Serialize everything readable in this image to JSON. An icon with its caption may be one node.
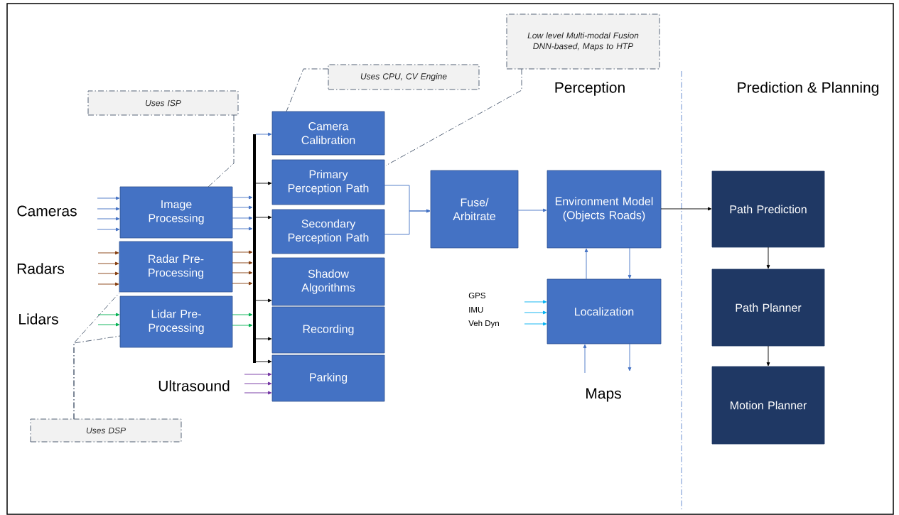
{
  "diagram": {
    "nodes": [
      {
        "text": [
          "Uses ISP"
        ]
      },
      {
        "text": [
          "Uses CPU, CV Engine"
        ]
      },
      {
        "text": [
          "Low level Multi-modal Fusion DNN-based, Maps to HTP"
        ]
      },
      {
        "text": [
          "Image Processing"
        ]
      },
      {
        "text": [
          "Radar Pre-Processing"
        ]
      },
      {
        "text": [
          "Lidar Pre-Processing"
        ]
      },
      {
        "text": [],
        "shape": "bar"
      },
      {
        "text": [
          "Camera Calibration"
        ]
      },
      {
        "text": [
          "Primary Perception Path"
        ]
      },
      {
        "text": [
          "Secondary Perception Path"
        ]
      },
      {
        "text": [
          "Shadow Algorithms"
        ]
      },
      {
        "text": [
          "Recording"
        ]
      },
      {
        "text": [
          "Parking"
        ]
      },
      {
        "text": [
          "Fuse/ Arbitrate"
        ]
      },
      {
        "text": [
          "Environment Model (Objects Roads)"
        ]
      },
      {
        "text": [
          "Localization"
        ]
      },
      {
        "text": [
          "Path Prediction"
        ]
      },
      {
        "text": [
          "Path Planner"
        ]
      },
      {
        "text": [
          "Motion Planner"
        ]
      },
      {
        "text": [
          "Uses DSP"
        ]
      }
    ],
    "edges": [
      {
        "from": null,
        "to": 3,
        "arrow": "to"
      },
      {
        "from": null,
        "to": 3,
        "arrow": "to"
      },
      {
        "from": null,
        "to": 3,
        "arrow": "to"
      },
      {
        "from": null,
        "to": 3,
        "arrow": "to"
      },
      {
        "from": 3,
        "to": 6,
        "arrow": "to"
      },
      {
        "from": 3,
        "to": 6,
        "arrow": "to"
      },
      {
        "from": 3,
        "to": 6,
        "arrow": "to"
      },
      {
        "from": 3,
        "to": 6,
        "arrow": "to"
      },
      {
        "from": null,
        "to": 4,
        "arrow": "to",
        "color": "#843c0c"
      },
      {
        "from": null,
        "to": 4,
        "arrow": "to",
        "color": "#843c0c"
      },
      {
        "from": null,
        "to": 4,
        "arrow": "to",
        "color": "#843c0c"
      },
      {
        "from": null,
        "to": 4,
        "arrow": "to",
        "color": "#843c0c"
      },
      {
        "from": 4,
        "to": 6,
        "arrow": "to",
        "color": "#843c0c"
      },
      {
        "from": 4,
        "to": 6,
        "arrow": "to",
        "color": "#843c0c"
      },
      {
        "from": 4,
        "to": 6,
        "arrow": "to",
        "color": "#843c0c"
      },
      {
        "from": 4,
        "to": 6,
        "arrow": "to",
        "color": "#843c0c"
      },
      {
        "from": null,
        "to": 5,
        "arrow": "to",
        "color": "#00b050"
      },
      {
        "from": null,
        "to": 5,
        "arrow": "to",
        "color": "#00b050"
      },
      {
        "from": 5,
        "to": 6,
        "arrow": "to",
        "color": "#00b050"
      },
      {
        "from": 5,
        "to": 6,
        "arrow": "to",
        "color": "#00b050"
      },
      {
        "from": null,
        "to": 12,
        "arrow": "to",
        "color": "#7030a0"
      },
      {
        "from": null,
        "to": 12,
        "arrow": "to",
        "color": "#7030a0"
      },
      {
        "from": null,
        "to": 12,
        "arrow": "to",
        "color": "#7030a0"
      },
      {
        "from": 6,
        "to": 7,
        "arrow": "to"
      },
      {
        "from": 6,
        "to": 8,
        "arrow": "to",
        "color": "#000000"
      },
      {
        "from": 6,
        "to": 9,
        "arrow": "to",
        "color": "#000000"
      },
      {
        "from": 6,
        "to": 10,
        "arrow": "to",
        "color": "#000000"
      },
      {
        "from": 6,
        "to": 11,
        "arrow": "to",
        "color": "#000000"
      },
      {
        "from": 6,
        "to": 12,
        "arrow": "to",
        "color": "#000000"
      },
      {
        "from": 8,
        "to": 13,
        "arrow": "to"
      },
      {
        "from": 9,
        "to": 13,
        "arrow": "to"
      },
      {
        "from": 13,
        "to": 14,
        "arrow": "to"
      },
      {
        "from": 14,
        "to": 16,
        "arrow": "to",
        "color": "#000000"
      },
      {
        "from": 15,
        "to": 14,
        "arrow": "to"
      },
      {
        "from": 14,
        "to": 15,
        "arrow": "to"
      },
      {
        "from": null,
        "to": 15,
        "arrow": "to",
        "color": "#00b0f0"
      },
      {
        "from": null,
        "to": 15,
        "arrow": "to",
        "color": "#00b0f0"
      },
      {
        "from": null,
        "to": 15,
        "arrow": "to",
        "color": "#00b0f0"
      },
      {
        "from": null,
        "to": 15,
        "arrow": "to"
      },
      {
        "from": 15,
        "to": null,
        "arrow": "to"
      },
      {
        "from": 16,
        "to": 17,
        "arrow": "to",
        "color": "#000000"
      },
      {
        "from": 17,
        "to": 18,
        "arrow": "to",
        "color": "#000000"
      },
      {
        "from": 0,
        "to": 3,
        "arrow": "none",
        "style": "dashed",
        "color": "#44546a"
      },
      {
        "from": 1,
        "to": 7,
        "arrow": "none",
        "style": "dashed",
        "color": "#44546a"
      },
      {
        "from": 2,
        "to": 8,
        "arrow": "none",
        "style": "dashed",
        "color": "#44546a"
      },
      {
        "from": 19,
        "to": 4,
        "arrow": "none",
        "style": "dashed",
        "color": "#44546a"
      },
      {
        "from": 19,
        "to": 5,
        "arrow": "none",
        "style": "dashed",
        "color": "#44546a"
      }
    ],
    "labels": [
      "Perception",
      "Prediction & Planning",
      "Cameras",
      "Radars",
      "Lidars",
      "GPS",
      "IMU",
      "Veh Dyn",
      "Ultrasound",
      "Maps"
    ]
  }
}
